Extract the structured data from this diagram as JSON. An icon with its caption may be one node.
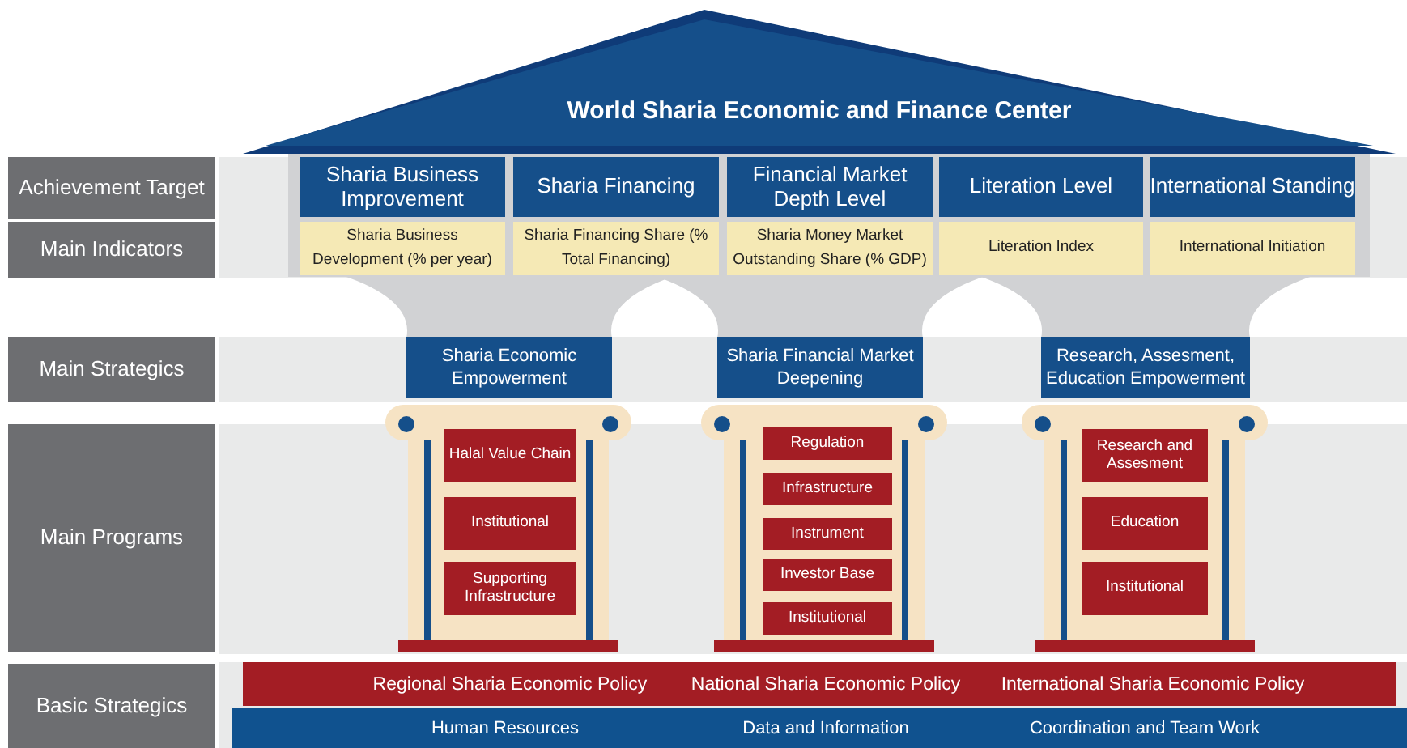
{
  "diagram": {
    "nodes": [
      {
        "text": [
          "World Sharia Economic and Finance Center"
        ]
      },
      {
        "text": [
          "Achievement Target"
        ]
      },
      {
        "text": [
          "Main Indicators"
        ]
      },
      {
        "text": [
          "Main Strategics"
        ]
      },
      {
        "text": [
          "Main Programs"
        ]
      },
      {
        "text": [
          "Basic Strategics"
        ]
      },
      {
        "text": [
          "Sharia Business Improvement"
        ]
      },
      {
        "text": [
          "Sharia Financing"
        ]
      },
      {
        "text": [
          "Financial Market Depth Level"
        ]
      },
      {
        "text": [
          "Literation Level"
        ]
      },
      {
        "text": [
          "International Standing"
        ]
      },
      {
        "text": [
          "Sharia Business Development (% per year)"
        ]
      },
      {
        "text": [
          "Sharia Financing Share (% Total Financing)"
        ]
      },
      {
        "text": [
          "Sharia Money Market Outstanding Share (% GDP)"
        ]
      },
      {
        "text": [
          "Literation Index"
        ]
      },
      {
        "text": [
          "International Initiation"
        ]
      },
      {
        "text": [
          "Sharia Economic Empowerment"
        ]
      },
      {
        "text": [
          "Sharia Financial Market Deepening"
        ]
      },
      {
        "text": [
          "Research, Assesment, Education Empowerment"
        ]
      },
      {
        "text": [],
        "shape": "column"
      },
      {
        "text": [
          "Halal Value Chain"
        ],
        "in": 19
      },
      {
        "text": [
          "Institutional"
        ],
        "in": 19
      },
      {
        "text": [
          "Supporting Infrastructure"
        ],
        "in": 19
      },
      {
        "text": [],
        "shape": "column"
      },
      {
        "text": [
          "Regulation"
        ],
        "in": 23
      },
      {
        "text": [
          "Infrastructure"
        ],
        "in": 23
      },
      {
        "text": [
          "Instrument"
        ],
        "in": 23
      },
      {
        "text": [
          "Investor Base"
        ],
        "in": 23
      },
      {
        "text": [
          "Institutional"
        ],
        "in": 23
      },
      {
        "text": [],
        "shape": "column"
      },
      {
        "text": [
          "Research and Assesment"
        ],
        "in": 29
      },
      {
        "text": [
          "Education"
        ],
        "in": 29
      },
      {
        "text": [
          "Institutional"
        ],
        "in": 29
      },
      {
        "text": [
          "Regional Sharia Economic Policy",
          "National Sharia Economic Policy",
          "International Sharia Economic Policy"
        ]
      },
      {
        "text": [
          "Human Resources",
          "Data and Information",
          "Coordination and Team Work"
        ]
      }
    ],
    "edges": []
  }
}
